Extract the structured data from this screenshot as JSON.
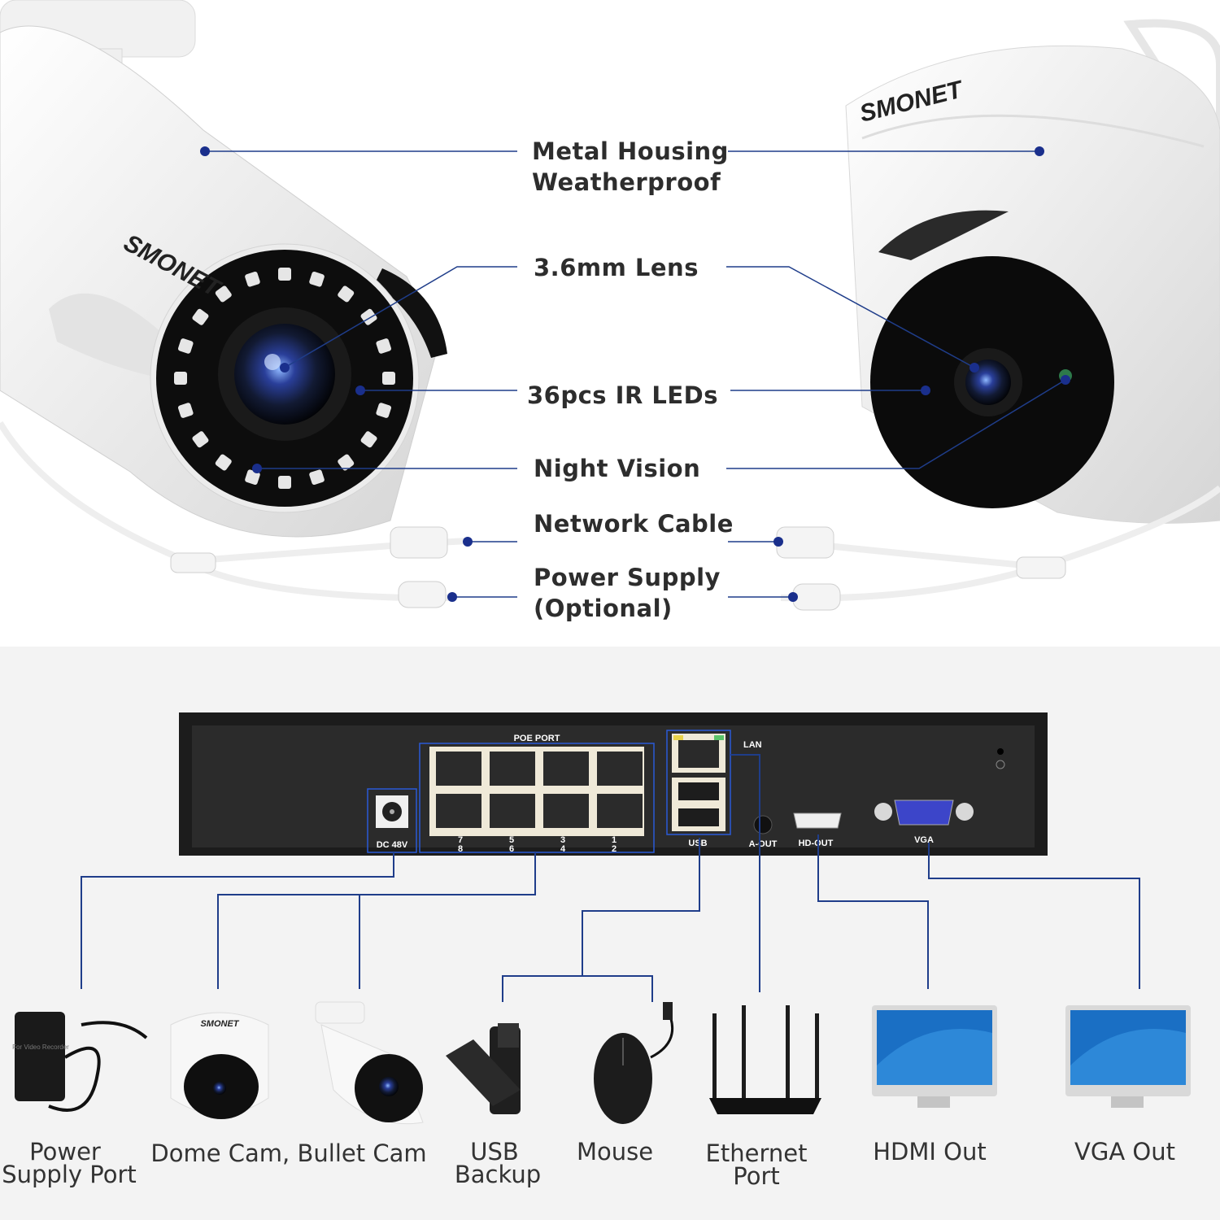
{
  "brand": "SMONET",
  "features": {
    "metal_housing": "Metal Housing",
    "weatherproof": "Weatherproof",
    "lens": "3.6mm Lens",
    "ir_leds": "36pcs IR LEDs",
    "night_vision": "Night Vision",
    "network_cable": "Network Cable",
    "power_supply": "Power Supply",
    "optional": "(Optional)"
  },
  "nvr": {
    "poe_port": "POE PORT",
    "lan": "LAN",
    "dc48v": "DC 48V",
    "usb": "USB",
    "a_out": "A-OUT",
    "hd_out": "HD-OUT",
    "vga": "VGA",
    "port_numbers_top": [
      "7",
      "5",
      "3",
      "1"
    ],
    "port_numbers_bottom": [
      "8",
      "6",
      "4",
      "2"
    ]
  },
  "adapter_text": "For Video Recorder",
  "devices": {
    "power_line1": "Power",
    "power_line2": "Supply Port",
    "cams": "Dome Cam, Bullet Cam",
    "usb_line1": "USB",
    "usb_line2": "Backup",
    "mouse": "Mouse",
    "ethernet_line1": "Ethernet",
    "ethernet_line2": "Port",
    "hdmi": "HDMI Out",
    "vga": "VGA Out"
  },
  "colors": {
    "connector_line": "#1f3d8a",
    "dot": "#1a2f8c",
    "nvr_body": "#1c1c1c",
    "screen_blue": "#1a6fc4"
  }
}
